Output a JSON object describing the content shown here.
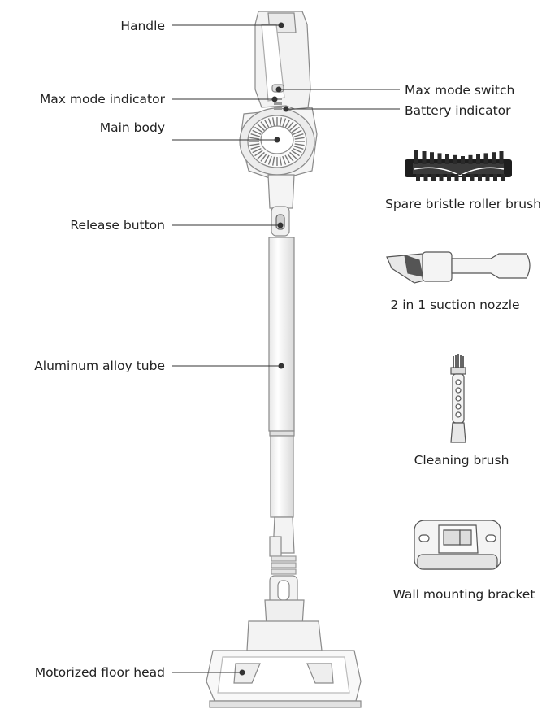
{
  "labels": {
    "handle": "Handle",
    "max_mode_indicator": "Max mode indicator",
    "main_body": "Main body",
    "release_button": "Release button",
    "aluminum_tube": "Aluminum alloy tube",
    "motorized_floor_head": "Motorized floor head",
    "max_mode_switch": "Max mode switch",
    "battery_indicator": "Battery indicator"
  },
  "accessories": [
    {
      "name": "Spare bristle roller brush"
    },
    {
      "name": "2 in 1 suction nozzle"
    },
    {
      "name": "Cleaning brush"
    },
    {
      "name": "Wall mounting bracket"
    }
  ]
}
